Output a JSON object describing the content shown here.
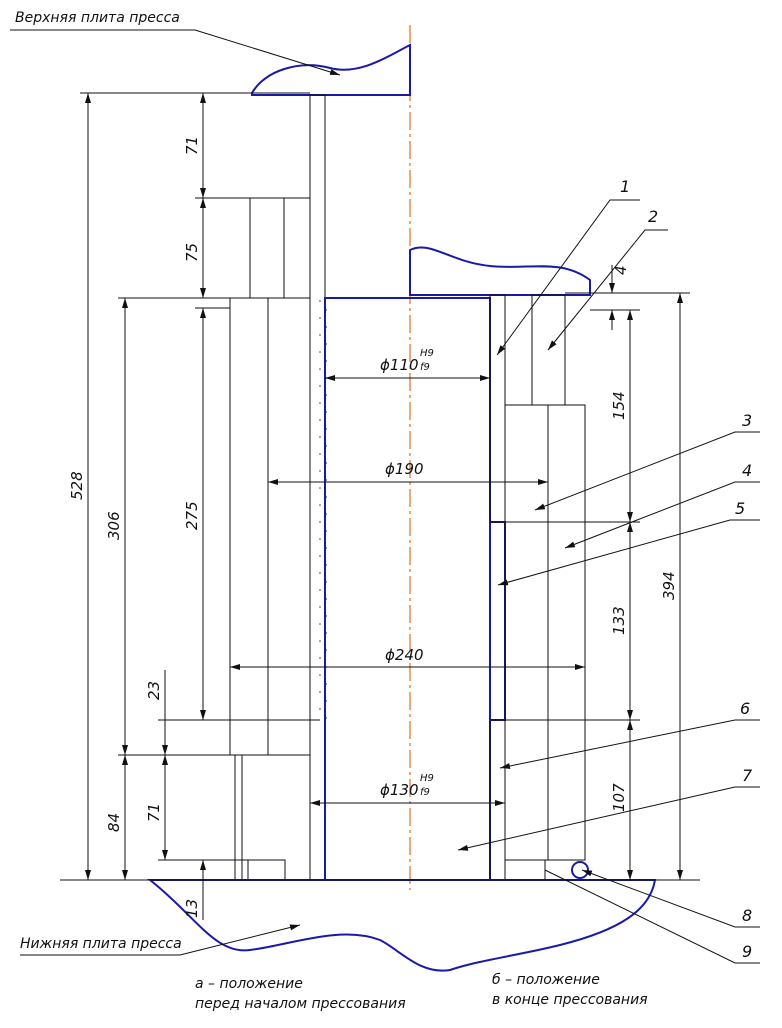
{
  "labels": {
    "top_plate": "Верхняя плита пресса",
    "bottom_plate": "Нижняя плита пресса",
    "position_a_line1": "а – положение",
    "position_a_line2": "перед началом прессования",
    "position_b_line1": "б – положение",
    "position_b_line2": "в конце прессования"
  },
  "diameters": {
    "d110": "ϕ110",
    "d110_upper": "H9",
    "d110_lower": "f9",
    "d190": "ϕ190",
    "d240": "ϕ240",
    "d130": "ϕ130",
    "d130_upper": "H9",
    "d130_lower": "f9"
  },
  "dimensions": {
    "d528": "528",
    "d306": "306",
    "d275": "275",
    "d71_top": "71",
    "d75": "75",
    "d23": "23",
    "d71_bottom": "71",
    "d84": "84",
    "d13": "13",
    "d4": "4",
    "d154": "154",
    "d133": "133",
    "d107": "107",
    "d394": "394"
  },
  "callouts": [
    "1",
    "2",
    "3",
    "4",
    "5",
    "6",
    "7",
    "8",
    "9"
  ],
  "colors": {
    "outline": "#1a1aa8",
    "axis": "#e07020",
    "line": "#111111"
  }
}
